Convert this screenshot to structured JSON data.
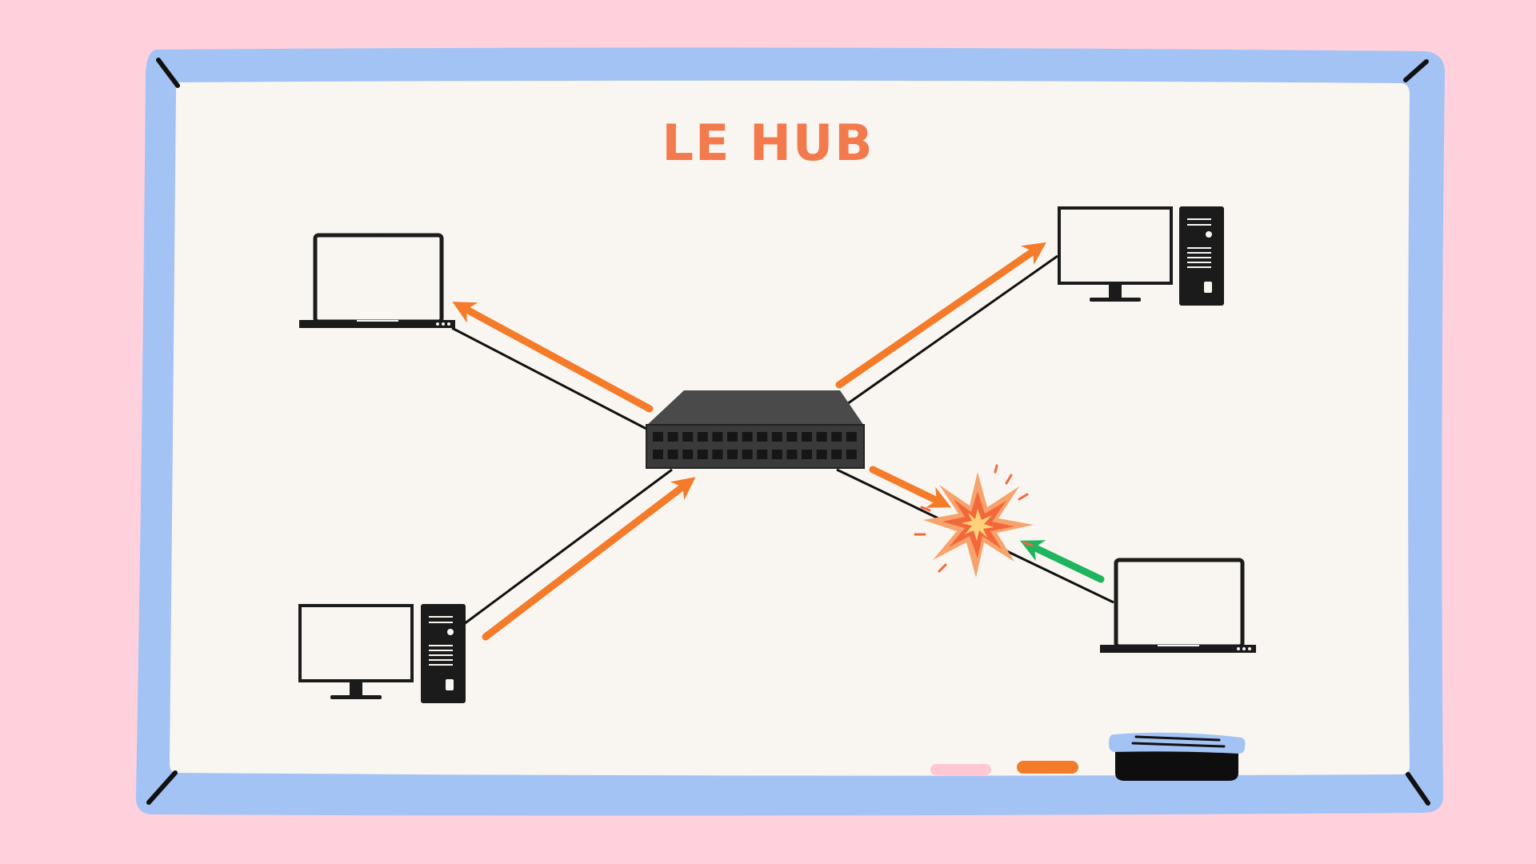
{
  "diagram": {
    "title": "LE HUB"
  },
  "colors": {
    "background": "#ffd1dc",
    "frame": "#a4c3f5",
    "board": "#f9f6f1",
    "title": "#f27a4d",
    "arrow_orange": "#f47b2a",
    "arrow_green": "#1fb45e",
    "device": "#1b1b1b",
    "hub_body": "#4a4a4a",
    "hub_front": "#3a3a3a",
    "port": "#161616",
    "marker_pink": "#ffc8d3",
    "marker_orange": "#f47b2a"
  },
  "icons": {
    "hub": "network-hub-icon",
    "laptop": "laptop-icon",
    "desktop": "desktop-computer-icon",
    "collision": "collision-explosion-icon",
    "eraser": "whiteboard-eraser-icon",
    "marker": "marker-icon"
  },
  "nodes": [
    {
      "id": "laptop-top-left",
      "kind": "laptop"
    },
    {
      "id": "desktop-top-right",
      "kind": "desktop"
    },
    {
      "id": "desktop-bottom-left",
      "kind": "desktop"
    },
    {
      "id": "laptop-bottom-right",
      "kind": "laptop"
    },
    {
      "id": "hub-center",
      "kind": "hub"
    }
  ],
  "edges": [
    {
      "from": "hub-center",
      "to": "laptop-top-left",
      "signal": "outgoing"
    },
    {
      "from": "hub-center",
      "to": "desktop-top-right",
      "signal": "outgoing"
    },
    {
      "from": "desktop-bottom-left",
      "to": "hub-center",
      "signal": "incoming"
    },
    {
      "from": "hub-center",
      "to": "laptop-bottom-right",
      "signal": "collision"
    },
    {
      "from": "laptop-bottom-right",
      "to": "hub-center",
      "signal": "collision"
    }
  ]
}
